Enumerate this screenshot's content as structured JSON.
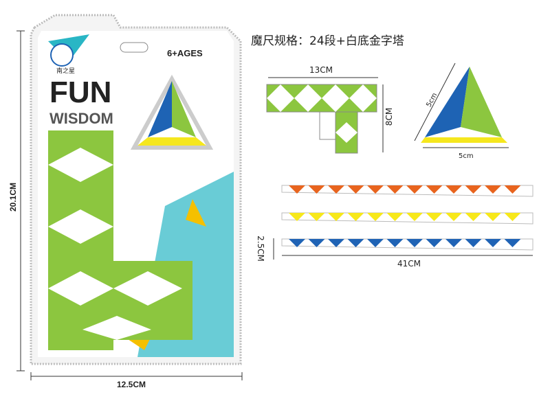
{
  "spec_title": "魔尺规格：24段+白底金字塔",
  "package": {
    "brand_logo_text": "南之星",
    "age_label": "6+AGES",
    "headline": "FUN",
    "subheadline": "WISDOM",
    "height_dimension": "20.1CM",
    "width_dimension": "12.5CM"
  },
  "snake_diagram": {
    "width_label": "13CM",
    "height_label": "8CM"
  },
  "pyramid_diagram": {
    "side_label": "5cm",
    "base_label": "5cm"
  },
  "strips": {
    "colors": [
      "#e8641e",
      "#f7e81a",
      "#1f63b5"
    ],
    "thickness_label": "2.5CM",
    "length_label": "41CM"
  },
  "colors": {
    "green": "#8cc63f",
    "blue": "#1e63b4",
    "yellow": "#f5e71e",
    "cyan": "#29b6c5"
  }
}
